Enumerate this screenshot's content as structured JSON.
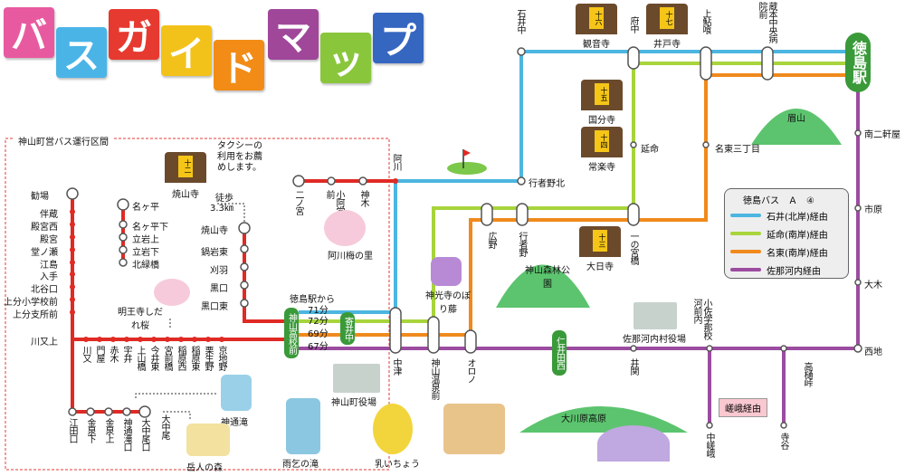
{
  "title": {
    "chars": [
      "バ",
      "ス",
      "ガ",
      "イ",
      "ド",
      "マ",
      "ッ",
      "プ"
    ],
    "colors": [
      "#e85aa0",
      "#4ab4e6",
      "#e6392f",
      "#f2c21a",
      "#f28c16",
      "#a0479a",
      "#8ac63c",
      "#3566c0"
    ]
  },
  "colors": {
    "ishii": "#4cb6e0",
    "enmei": "#a8d43c",
    "nahigashi": "#f08a1c",
    "sanagochi": "#9b4ca0",
    "kamiyama": "#e02a24",
    "pill": "#3a9a3a"
  },
  "region_title": "神山町営バス運行区間",
  "taxi_note": [
    "タクシーの",
    "利用をお薦",
    "めします。"
  ],
  "walk_note": [
    "徒歩",
    "3.3㎞"
  ],
  "legend": {
    "title": "徳島バス　Ａ　④",
    "rows": [
      {
        "label": "石井(北岸)経由",
        "color": "#4cb6e0"
      },
      {
        "label": "延命(南岸)経由",
        "color": "#a8d43c"
      },
      {
        "label": "名東(南岸)経由",
        "color": "#f08a1c"
      },
      {
        "label": "佐那河内経由",
        "color": "#9b4ca0"
      }
    ]
  },
  "terminal": "徳島駅",
  "from_tokushima": "徳島駅から",
  "times": [
    "71分",
    "72分",
    "69分",
    "67分"
  ],
  "kamiyama_pill": "神山高校前",
  "yorii_pill": "寄井中",
  "niida_pill": "仁井田西",
  "saga_box": "嵯峨経由",
  "top_stops": {
    "ishiinaka": "石井中",
    "fuchu": "府中",
    "kamiayui": "上鮎喰",
    "kuramoto": "蔵本中央病院前"
  },
  "right_stops": {
    "minami": "南二軒屋",
    "ichihara": "市原",
    "daimoku": "大木",
    "nishiji": "西地"
  },
  "mid_stops": {
    "enmei": "延命",
    "meito": "名東三丁目",
    "gyojanokita": "行者野北",
    "ichinomiya": "一の宮橋",
    "sakaino": "広野",
    "gyojano": "行者野"
  },
  "bottom_stops": {
    "nakatsu": "中津",
    "onsen": "神山温泉前",
    "orono": "オロノ",
    "ishiseki": "井関",
    "takahi": "高樋峠",
    "sanagochi": "佐那河内村役場",
    "sanaschool": "小佐学那校河前内",
    "nakasaga": "中嵯峨",
    "teraya": "寺谷"
  },
  "red_stops": {
    "kaisen": "阿川",
    "ninomiya": "二ノ宮",
    "akawa_school": "小阿学川校前",
    "kamiki": "神木",
    "yakeyama": "焼山寺",
    "nabeiwahigashi": "鍋岩東",
    "karihachi": "刈羽",
    "kokuguchi": "黒口",
    "kokuguchihigashi": "黒口東",
    "nagamachi": "名ヶ平",
    "nagamachishita": "名ヶ平下",
    "tategami": "立岩上",
    "tateshita": "立岩下",
    "hokurokyo": "北緑橋",
    "katsuba": "勧場",
    "banzo": "伴蔵",
    "tonomiya_w": "殿宮西",
    "tonomiya": "殿宮",
    "donoseto": "堂ノ瀬",
    "eshima": "江島",
    "iriite": "入手",
    "kitadani": "北谷口",
    "kamiyamaschool": "上分小学校前",
    "kamibun": "上分支所前",
    "kawamata": "川又上",
    "kawamata_bottom": [
      "川又",
      "門屋",
      "赤木",
      "宇井",
      "上山橋",
      "今井東",
      "宮前橋",
      "稲原西",
      "稲原東",
      "栗生野",
      "京地野"
    ],
    "egu": "江田口",
    "kanahara": "金泉下",
    "kanaharaue": "金泉上",
    "kamiyu": "神通滝口",
    "oonakao": "大中尾口",
    "onakao": "大中尾"
  },
  "places": {
    "kannonji": "観音寺",
    "idoji": "井戸寺",
    "kokubunji": "国分寺",
    "joraku": "常楽寺",
    "dainichiji": "大日寺",
    "shoshanji": "焼山寺",
    "mayama": "眉山",
    "kamiyamapark": "神山森林公園",
    "fuji": "神光寺のぼり藤",
    "akawaume": "阿川梅の里",
    "myoshu": "明王寺しだれ桜",
    "jinzu": "神通滝",
    "gakujin": "岳人の森",
    "office": "神山町役場",
    "amego": "雨乞の滝",
    "ichou": "乳いちょう",
    "oogawa": "大川原高原",
    "sanaoffice": "佐那河内村役場"
  },
  "temple_numbers": {
    "kannonji": "十六",
    "idoji": "十七",
    "kokubunji": "十五",
    "joraku": "十四",
    "dainichiji": "十三",
    "shoshanji": "十二"
  }
}
